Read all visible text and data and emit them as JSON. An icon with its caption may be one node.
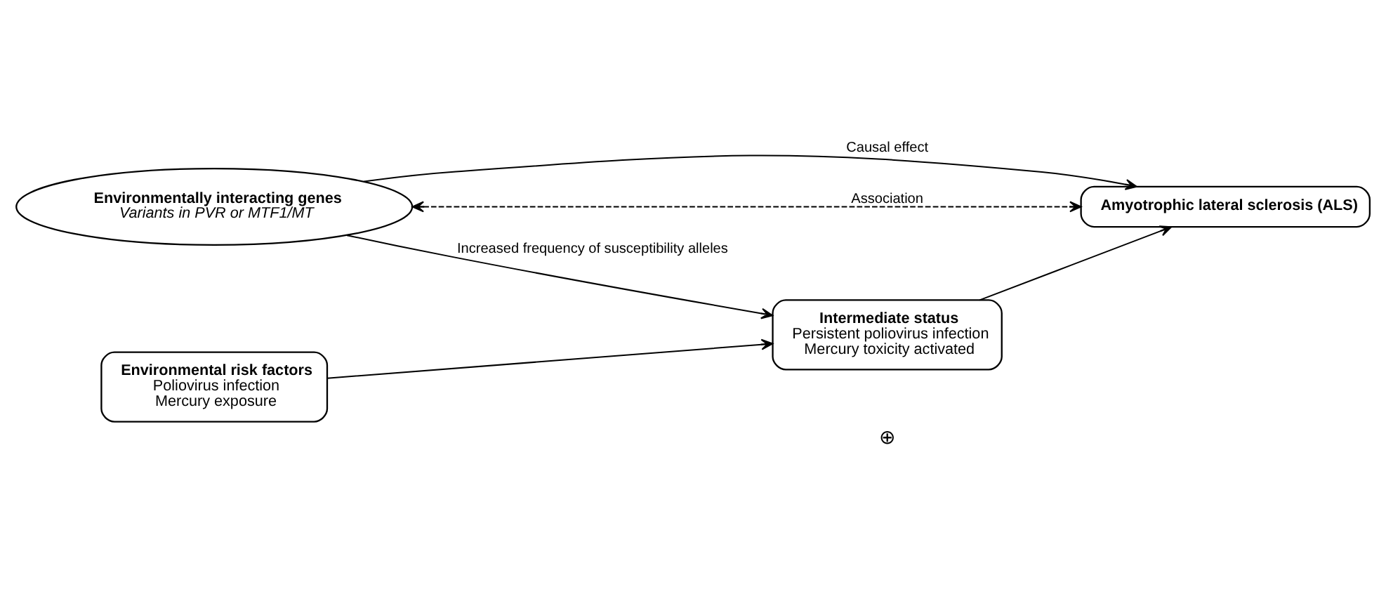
{
  "diagram": {
    "nodes": [
      {
        "text": [
          "Intermediate status",
          "Persistent poliovirus infection",
          "Mercury toxicity activated"
        ]
      },
      {
        "text": [
          "Amyotrophic lateral sclerosis (ALS)"
        ]
      },
      {
        "text": [
          "Environmentally interacting genes",
          "Variants in PVR or MTF1/MT"
        ]
      },
      {
        "text": [
          "Environmental risk factors",
          "Poliovirus infection",
          "Mercury exposure"
        ]
      }
    ],
    "edges": [
      {
        "from": 0,
        "to": 1,
        "arrow": "to"
      },
      {
        "from": 2,
        "to": 1,
        "arrow": "to",
        "label": "Causal effect"
      },
      {
        "from": 2,
        "to": 0,
        "arrow": "to",
        "label": "Increased frequency of susceptibility alleles"
      },
      {
        "from": 3,
        "to": 0,
        "arrow": "to"
      },
      {
        "from": 2,
        "to": 1,
        "arrow": "both",
        "label": "Association",
        "style": "dashed"
      }
    ],
    "labels": [
      "⊕"
    ]
  }
}
